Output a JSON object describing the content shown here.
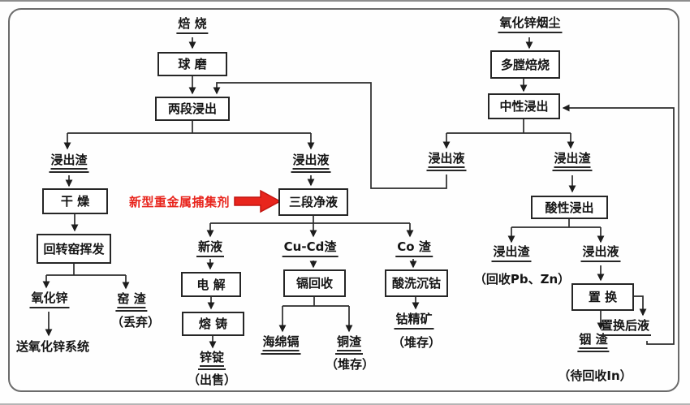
{
  "colors": {
    "line": "#2b2b2b",
    "text": "#151515",
    "accent_red": "#e8251d",
    "box_background": "#ffffff",
    "frame_border": "#6b6b6b"
  },
  "annotation": {
    "label": "新型重金属捕集剂",
    "arrow_icon": "red-block-arrow pointing right into purification box"
  },
  "nodes": {
    "roasting": "焙 烧",
    "ball_mill": "球 磨",
    "two_stage_leaching": "两段浸出",
    "leach_residue_left": "浸出渣",
    "drying": "干 燥",
    "rotary_kiln_volatilization": "回转窑挥发",
    "zinc_oxide": "氧化锌",
    "to_zinc_oxide_system": "送氧化锌系统",
    "kiln_slag": "窑 渣",
    "kiln_slag_note": "（丢弃）",
    "leach_liquor_mid": "浸出液",
    "three_stage_purification": "三段净液",
    "new_liquor": "新液",
    "electrolysis": "电 解",
    "melting_casting": "熔 铸",
    "zinc_ingot": "锌锭",
    "zinc_ingot_note": "（出售）",
    "cu_cd_slag": "Cu-Cd渣",
    "cadmium_recovery": "镉回收",
    "sponge_cadmium": "海绵镉",
    "copper_slag": "铜渣",
    "copper_slag_note": "（堆存）",
    "co_slag": "Co 渣",
    "acid_wash_cobalt_precipitation": "酸洗沉钴",
    "cobalt_concentrate": "钴精矿",
    "cobalt_concentrate_note": "（堆存）",
    "zinc_oxide_dust": "氧化锌烟尘",
    "multi_hearth_roasting": "多膛焙烧",
    "neutral_leaching": "中性浸出",
    "leach_liquor_right": "浸出液",
    "leach_residue_right": "浸出渣",
    "acid_leaching": "酸性浸出",
    "leach_residue_bottom": "浸出渣",
    "recover_pb_zn_note": "（回收Pb、Zn）",
    "leach_liquor_bottom": "浸出液",
    "replacement": "置 换",
    "indium_slag": "铟 渣",
    "indium_slag_note": "（待回收In）",
    "after_replacement_liquor": "置换后液"
  }
}
